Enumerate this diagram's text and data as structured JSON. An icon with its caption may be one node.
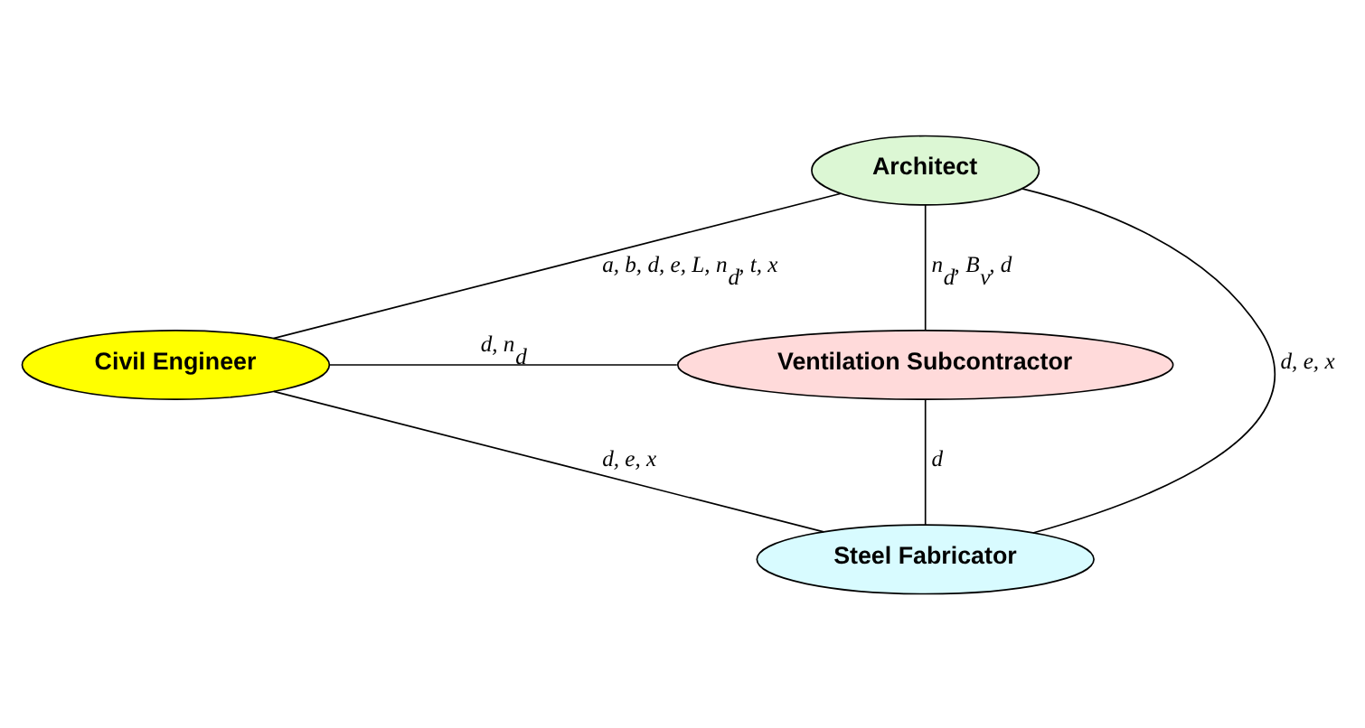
{
  "diagram": {
    "nodes": [
      {
        "text": [
          "Architect"
        ]
      },
      {
        "text": [
          "Civil Engineer"
        ]
      },
      {
        "text": [
          "Ventilation Subcontractor"
        ]
      },
      {
        "text": [
          "Steel Fabricator"
        ]
      }
    ],
    "edges": [
      {
        "from": 0,
        "to": 1,
        "arrow": "none",
        "label": "a, b, d, e, L, n$_{d}$, t, x"
      },
      {
        "from": 0,
        "to": 3,
        "arrow": "none",
        "label": "d, e, x"
      },
      {
        "from": 0,
        "to": 2,
        "arrow": "none",
        "label": "n$_{d}$, B$_{v}$, d"
      },
      {
        "from": 1,
        "to": 3,
        "arrow": "none",
        "label": "d, e, x"
      },
      {
        "from": 2,
        "to": 3,
        "arrow": "none",
        "label": "d"
      },
      {
        "from": 1,
        "to": 2,
        "arrow": "none",
        "label": "d, n$_{d}$"
      }
    ]
  }
}
